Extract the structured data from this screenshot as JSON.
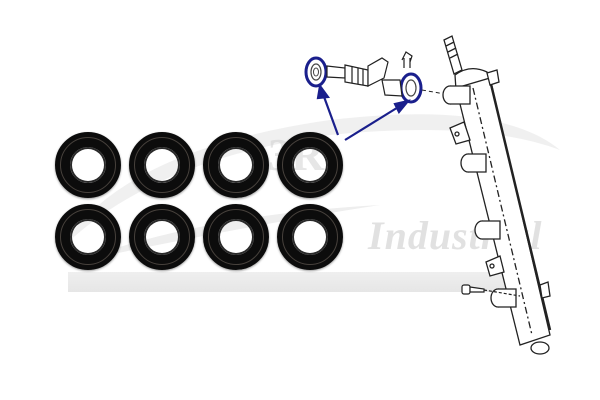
{
  "image": {
    "description": "Fuel injector O-ring seal kit product image with exploded diagram of fuel rail",
    "watermark": {
      "logo": "3R",
      "text": "Industrial"
    },
    "rings": {
      "count": 8,
      "rows": 2,
      "columns": 4,
      "color": "#0c0c0c"
    },
    "callout": {
      "arrow_color": "#1a1f8c",
      "highlight_count": 2
    },
    "diagram": {
      "parts": [
        "fuel-injector",
        "injector-clip",
        "fuel-rail",
        "mounting-bolt",
        "o-ring-top",
        "o-ring-bottom"
      ]
    }
  }
}
